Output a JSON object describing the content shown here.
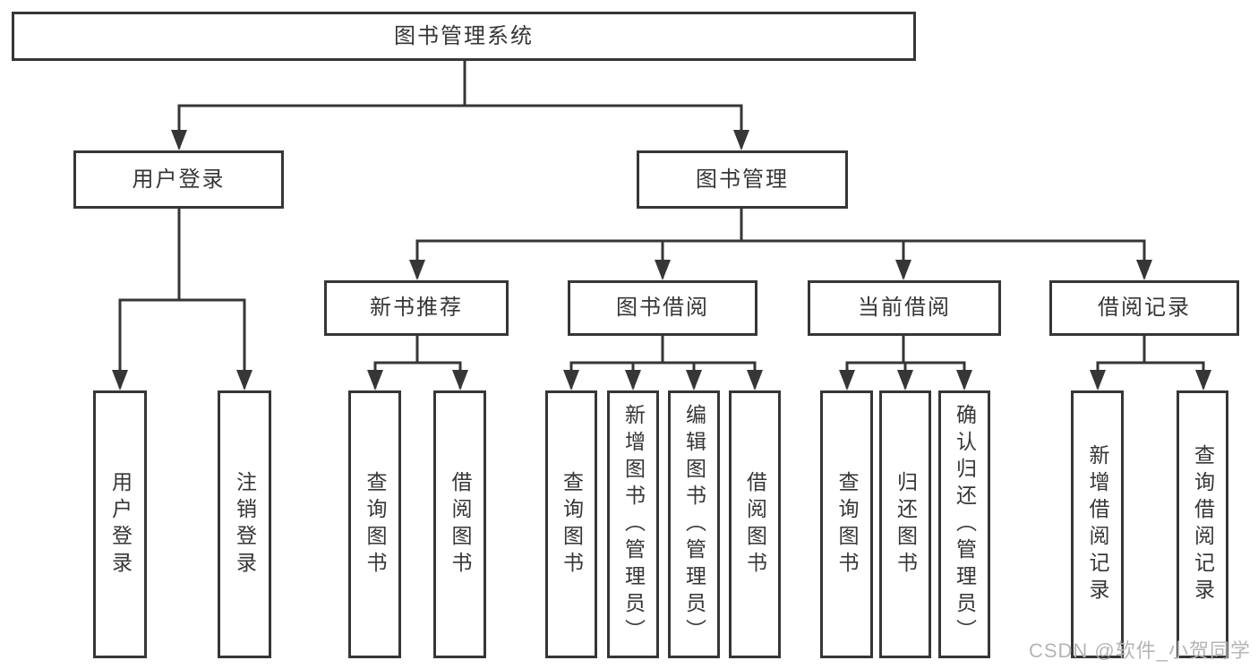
{
  "root": {
    "label": "图书管理系统"
  },
  "level2": [
    {
      "label": "用户登录"
    },
    {
      "label": "图书管理"
    }
  ],
  "level3": [
    {
      "label": "新书推荐",
      "parent": "图书管理"
    },
    {
      "label": "图书借阅",
      "parent": "图书管理"
    },
    {
      "label": "当前借阅",
      "parent": "图书管理"
    },
    {
      "label": "借阅记录",
      "parent": "图书管理"
    }
  ],
  "leaves": [
    {
      "label": "用户登录",
      "parent": "用户登录"
    },
    {
      "label": "注销登录",
      "parent": "用户登录"
    },
    {
      "label": "查询图书",
      "parent": "新书推荐"
    },
    {
      "label": "借阅图书",
      "parent": "新书推荐"
    },
    {
      "label": "查询图书",
      "parent": "图书借阅"
    },
    {
      "label": "新增图书（管理员）",
      "parent": "图书借阅"
    },
    {
      "label": "编辑图书（管理员）",
      "parent": "图书借阅"
    },
    {
      "label": "借阅图书",
      "parent": "图书借阅"
    },
    {
      "label": "查询图书",
      "parent": "当前借阅"
    },
    {
      "label": "归还图书",
      "parent": "当前借阅"
    },
    {
      "label": "确认归还（管理员）",
      "parent": "当前借阅"
    },
    {
      "label": "新增借阅记录",
      "parent": "借阅记录"
    },
    {
      "label": "查询借阅记录",
      "parent": "借阅记录"
    }
  ],
  "watermark": "CSDN @软件_小贺同学",
  "colors": {
    "line": "#363636",
    "text": "#363636",
    "box_background": "#ffffff",
    "watermark": "#b5b5b5",
    "background": "#ffffff"
  }
}
